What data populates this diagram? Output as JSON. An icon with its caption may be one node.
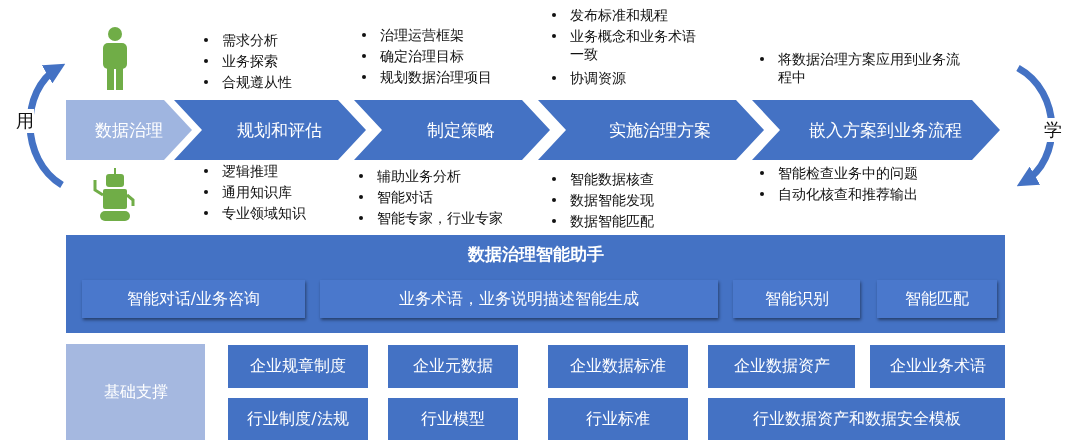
{
  "diagram": {
    "nodes": [
      {
        "text": [
          "数据治理"
        ]
      },
      {
        "text": [
          "规划和评估"
        ]
      },
      {
        "text": [
          "制定策略"
        ]
      },
      {
        "text": [
          "实施治理方案"
        ]
      },
      {
        "text": [
          "嵌入方案到业务流程"
        ]
      },
      {
        "text": [
          "数据治理智能助手"
        ]
      },
      {
        "text": [
          "智能对话/业务咨询"
        ],
        "in": 5
      },
      {
        "text": [
          "业务术语，业务说明描述智能生成"
        ],
        "in": 5
      },
      {
        "text": [
          "智能识别"
        ],
        "in": 5
      },
      {
        "text": [
          "智能匹配"
        ],
        "in": 5
      },
      {
        "text": [
          "基础支撑"
        ]
      },
      {
        "text": [
          "企业规章制度"
        ]
      },
      {
        "text": [
          "企业元数据"
        ]
      },
      {
        "text": [
          "企业数据标准"
        ]
      },
      {
        "text": [
          "企业数据资产"
        ]
      },
      {
        "text": [
          "企业业务术语"
        ]
      },
      {
        "text": [
          "行业制度/法规"
        ]
      },
      {
        "text": [
          "行业模型"
        ]
      },
      {
        "text": [
          "行业标准"
        ]
      },
      {
        "text": [
          "行业数据资产和数据安全模板"
        ]
      }
    ],
    "labels": [
      "用",
      "需求分析",
      "业务探索",
      "合规遵从性",
      "治理运营框架",
      "确定治理目标",
      "规划数据治理项目",
      "发布标准和规程",
      "业务概念和业务术语一致",
      "协调资源",
      "将数据治理方案应用到业务流程中",
      "逻辑推理",
      "通用知识库",
      "专业领域知识",
      "辅助业务分析",
      "智能对话",
      "智能专家，行业专家",
      "智能数据核查",
      "数据智能发现",
      "数据智能匹配",
      "智能检查业务中的问题",
      "自动化核查和推荐输出",
      "学"
    ]
  }
}
